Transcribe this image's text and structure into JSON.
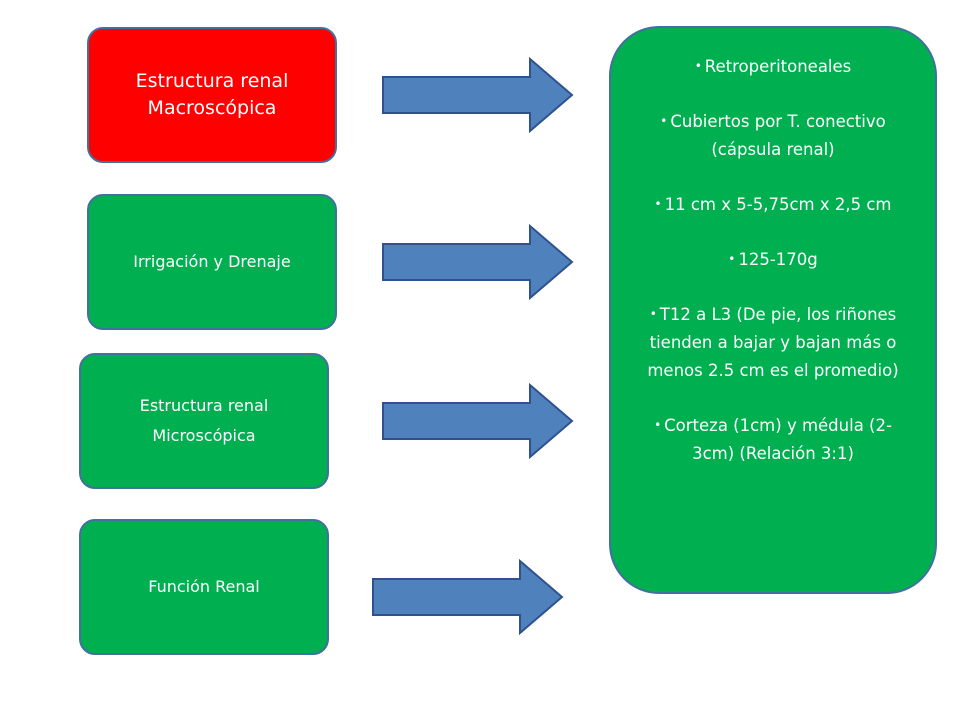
{
  "colors": {
    "red_box": "#ff0000",
    "green_box": "#00b050",
    "box_border": "#41719c",
    "arrow_fill": "#4f81bd",
    "arrow_stroke": "#2f528f",
    "text": "#ffffff"
  },
  "boxes": [
    {
      "id": "macro",
      "label": "Estructura renal\nMacroscópica",
      "color": "#ff0000"
    },
    {
      "id": "irrigacion",
      "label": "Irrigación y Drenaje",
      "color": "#00b050"
    },
    {
      "id": "micro",
      "label": "Estructura renal\nMicroscópica",
      "color": "#00b050"
    },
    {
      "id": "funcion",
      "label": "Función Renal",
      "color": "#00b050"
    }
  ],
  "arrows": [
    "right-arrow",
    "right-arrow",
    "right-arrow",
    "right-arrow"
  ],
  "details": {
    "bullet": "•",
    "items": [
      "Retroperitoneales",
      "Cubiertos por T. conectivo (cápsula renal)",
      "11 cm x 5-5,75cm x 2,5 cm",
      "125-170g",
      "T12 a L3 (De pie, los riñones tienden a bajar y bajan más o menos 2.5 cm es el promedio)",
      "Corteza (1cm) y médula (2-3cm) (Relación 3:1)"
    ]
  }
}
